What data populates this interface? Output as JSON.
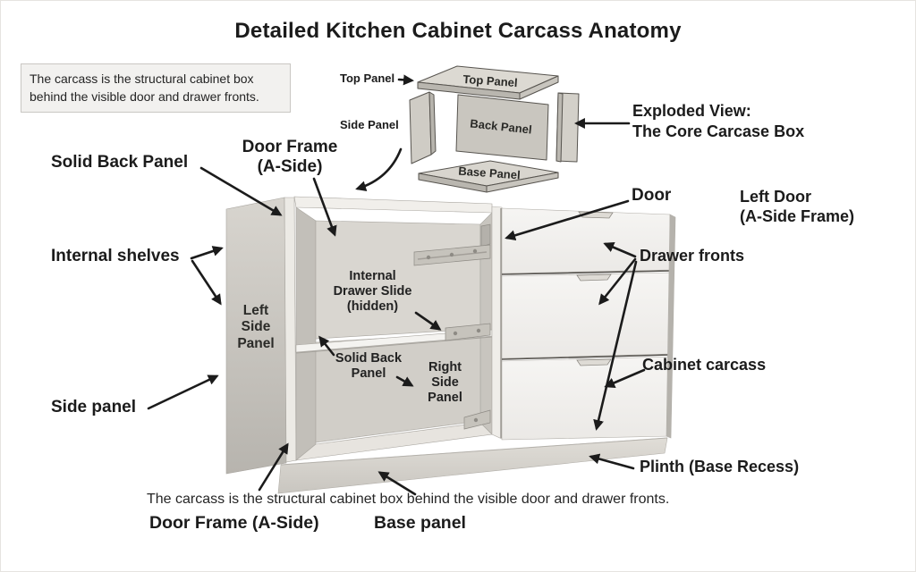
{
  "title": "Detailed Kitchen Cabinet Carcass Anatomy",
  "info_box": "The carcass is the structural cabinet box behind the visible door and drawer fronts.",
  "exploded": {
    "heading": "Exploded View:\nThe Core Carcase Box",
    "top_panel_pointer": "Top Panel",
    "side_panel_pointer": "Side Panel",
    "top_panel": "Top Panel",
    "back_panel": "Back Panel",
    "base_panel": "Base Panel"
  },
  "callouts": {
    "solid_back_panel": "Solid Back Panel",
    "door_frame": "Door Frame\n(A-Side)",
    "internal_shelves": "Internal shelves",
    "side_panel": "Side panel",
    "door": "Door",
    "left_door": "Left Door\n(A-Side Frame)",
    "drawer_fronts": "Drawer fronts",
    "cabinet_carcass": "Cabinet carcass",
    "plinth": "Plinth (Base Recess)"
  },
  "cabinet": {
    "left_side_panel": "Left\nSide\nPanel",
    "internal_drawer_slide": "Internal\nDrawer Slide\n(hidden)",
    "solid_back_panel": "Solid Back\nPanel",
    "right_side_panel": "Right\nSide\nPanel"
  },
  "footer": {
    "caption": "The carcass is the structural cabinet box behind the visible door and drawer fronts.",
    "door_frame": "Door Frame (A-Side)",
    "base_panel": "Base panel"
  },
  "colors": {
    "background": "#ffffff",
    "panel": "#cfccc6",
    "panel_dark": "#b6b3ad",
    "drawer_front": "#f4f3f1",
    "outline": "#57544f",
    "arrow": "#1b1b1b",
    "info_box_bg": "#f2f1ef",
    "info_box_border": "#c9c7c3",
    "text": "#1a1a1a"
  }
}
